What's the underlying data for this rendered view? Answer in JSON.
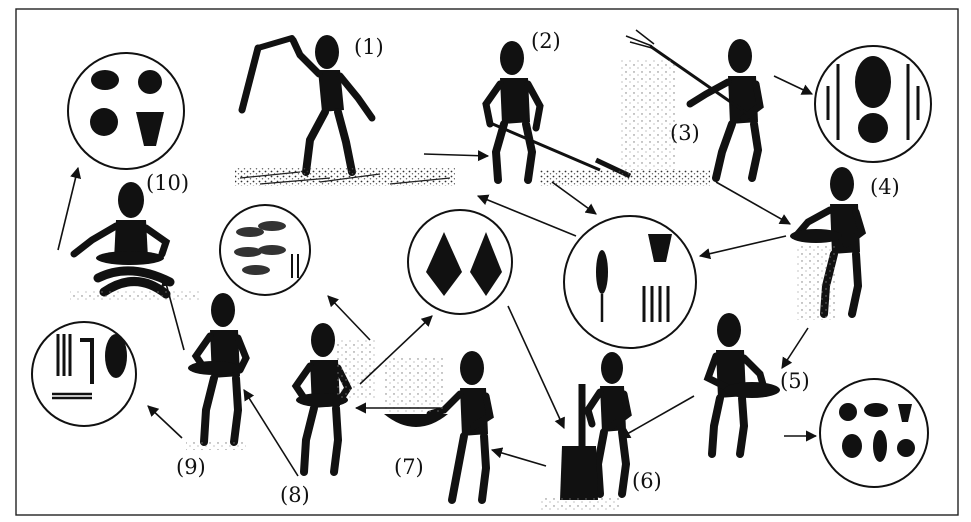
{
  "steps": [
    {
      "id": 1,
      "label": "(1)"
    },
    {
      "id": 2,
      "label": "(2)"
    },
    {
      "id": 3,
      "label": "(3)"
    },
    {
      "id": 4,
      "label": "(4)"
    },
    {
      "id": 5,
      "label": "(5)"
    },
    {
      "id": 6,
      "label": "(6)"
    },
    {
      "id": 7,
      "label": "(7)"
    },
    {
      "id": 8,
      "label": "(8)"
    },
    {
      "id": 9,
      "label": "(9)"
    },
    {
      "id": 10,
      "label": "(10)"
    }
  ],
  "colors": {
    "ink": "#111111",
    "background": "#ffffff",
    "frame": "#222222"
  }
}
